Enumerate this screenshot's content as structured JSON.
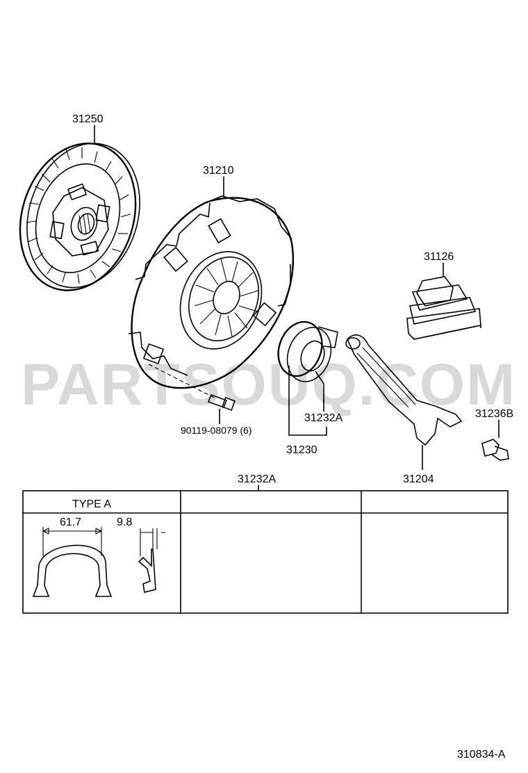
{
  "watermark": "PARTSOUQ.COM",
  "diagram_code": "310834-A",
  "parts": {
    "disc": "31250",
    "cover": "31210",
    "boot": "31126",
    "bolt": "90119-08079 (6)",
    "clip": "31232A",
    "bearing": "31230",
    "fork": "31204",
    "pivot": "31236B"
  },
  "table": {
    "header": "31232A",
    "type_label": "TYPE  A",
    "dim_width": "61.7",
    "dim_depth": "9.8"
  }
}
